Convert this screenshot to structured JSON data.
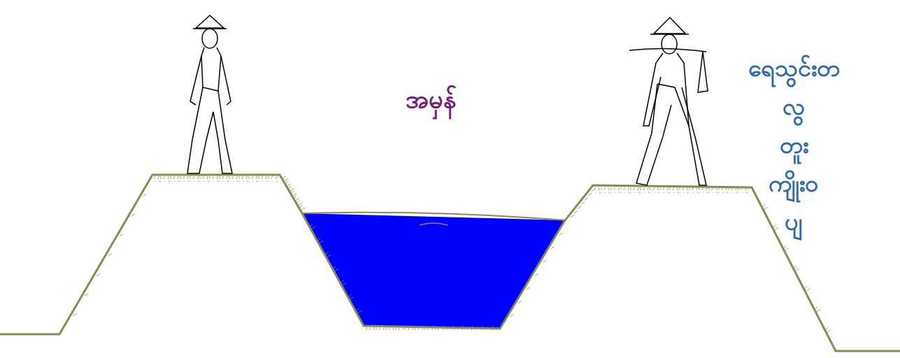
{
  "diagram": {
    "labels": [
      "အမှန်",
      "ရေသွင်းတ",
      "လွ",
      "တူး",
      "ကျိုးဝ",
      "ပျ"
    ]
  }
}
